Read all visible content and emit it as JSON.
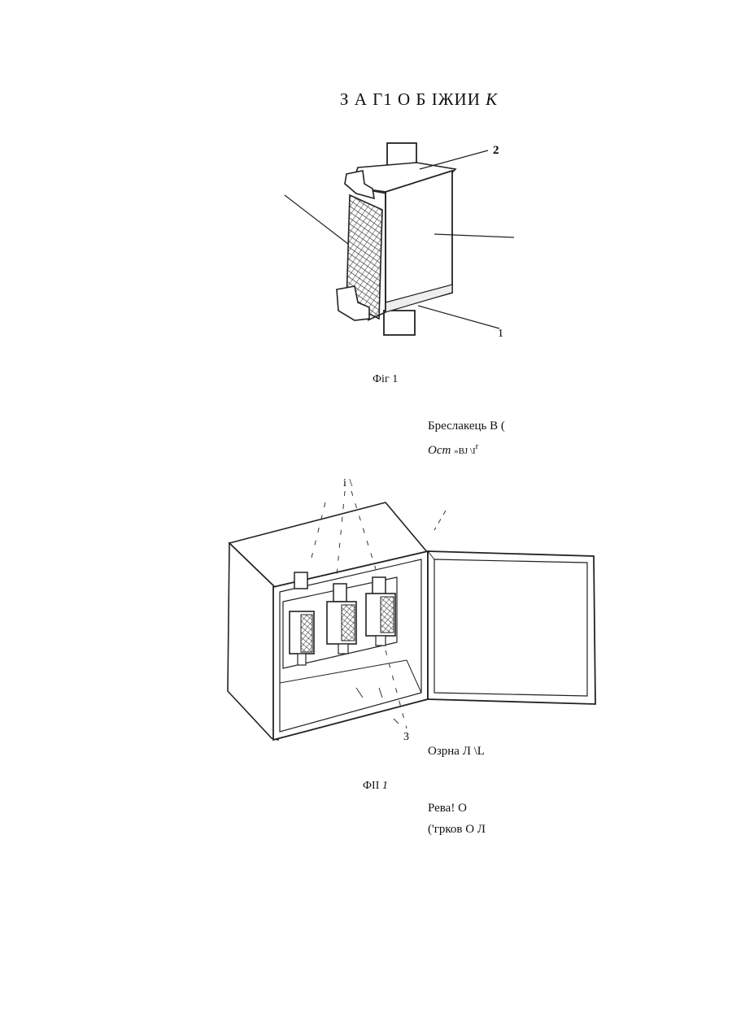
{
  "title": {
    "prefix": "З А Г1 О Б ІЖИИ",
    "suffix": "К"
  },
  "figure1": {
    "caption": "Фіг 1",
    "labels": {
      "top_right": "2",
      "bottom_right": "1"
    }
  },
  "figure2": {
    "caption_prefix": "ФII",
    "caption_suffix": "1",
    "labels": {
      "top": "i \\",
      "bottom": "3"
    }
  },
  "authors": {
    "line1": "Бреслакець В (",
    "line2_italic": "Ост",
    "line2_rest": "»BJ \\I",
    "line2_sup": "r",
    "line3": "Озрна Л \\L",
    "line4": "Рева! О",
    "line5": "('грков О Л"
  }
}
